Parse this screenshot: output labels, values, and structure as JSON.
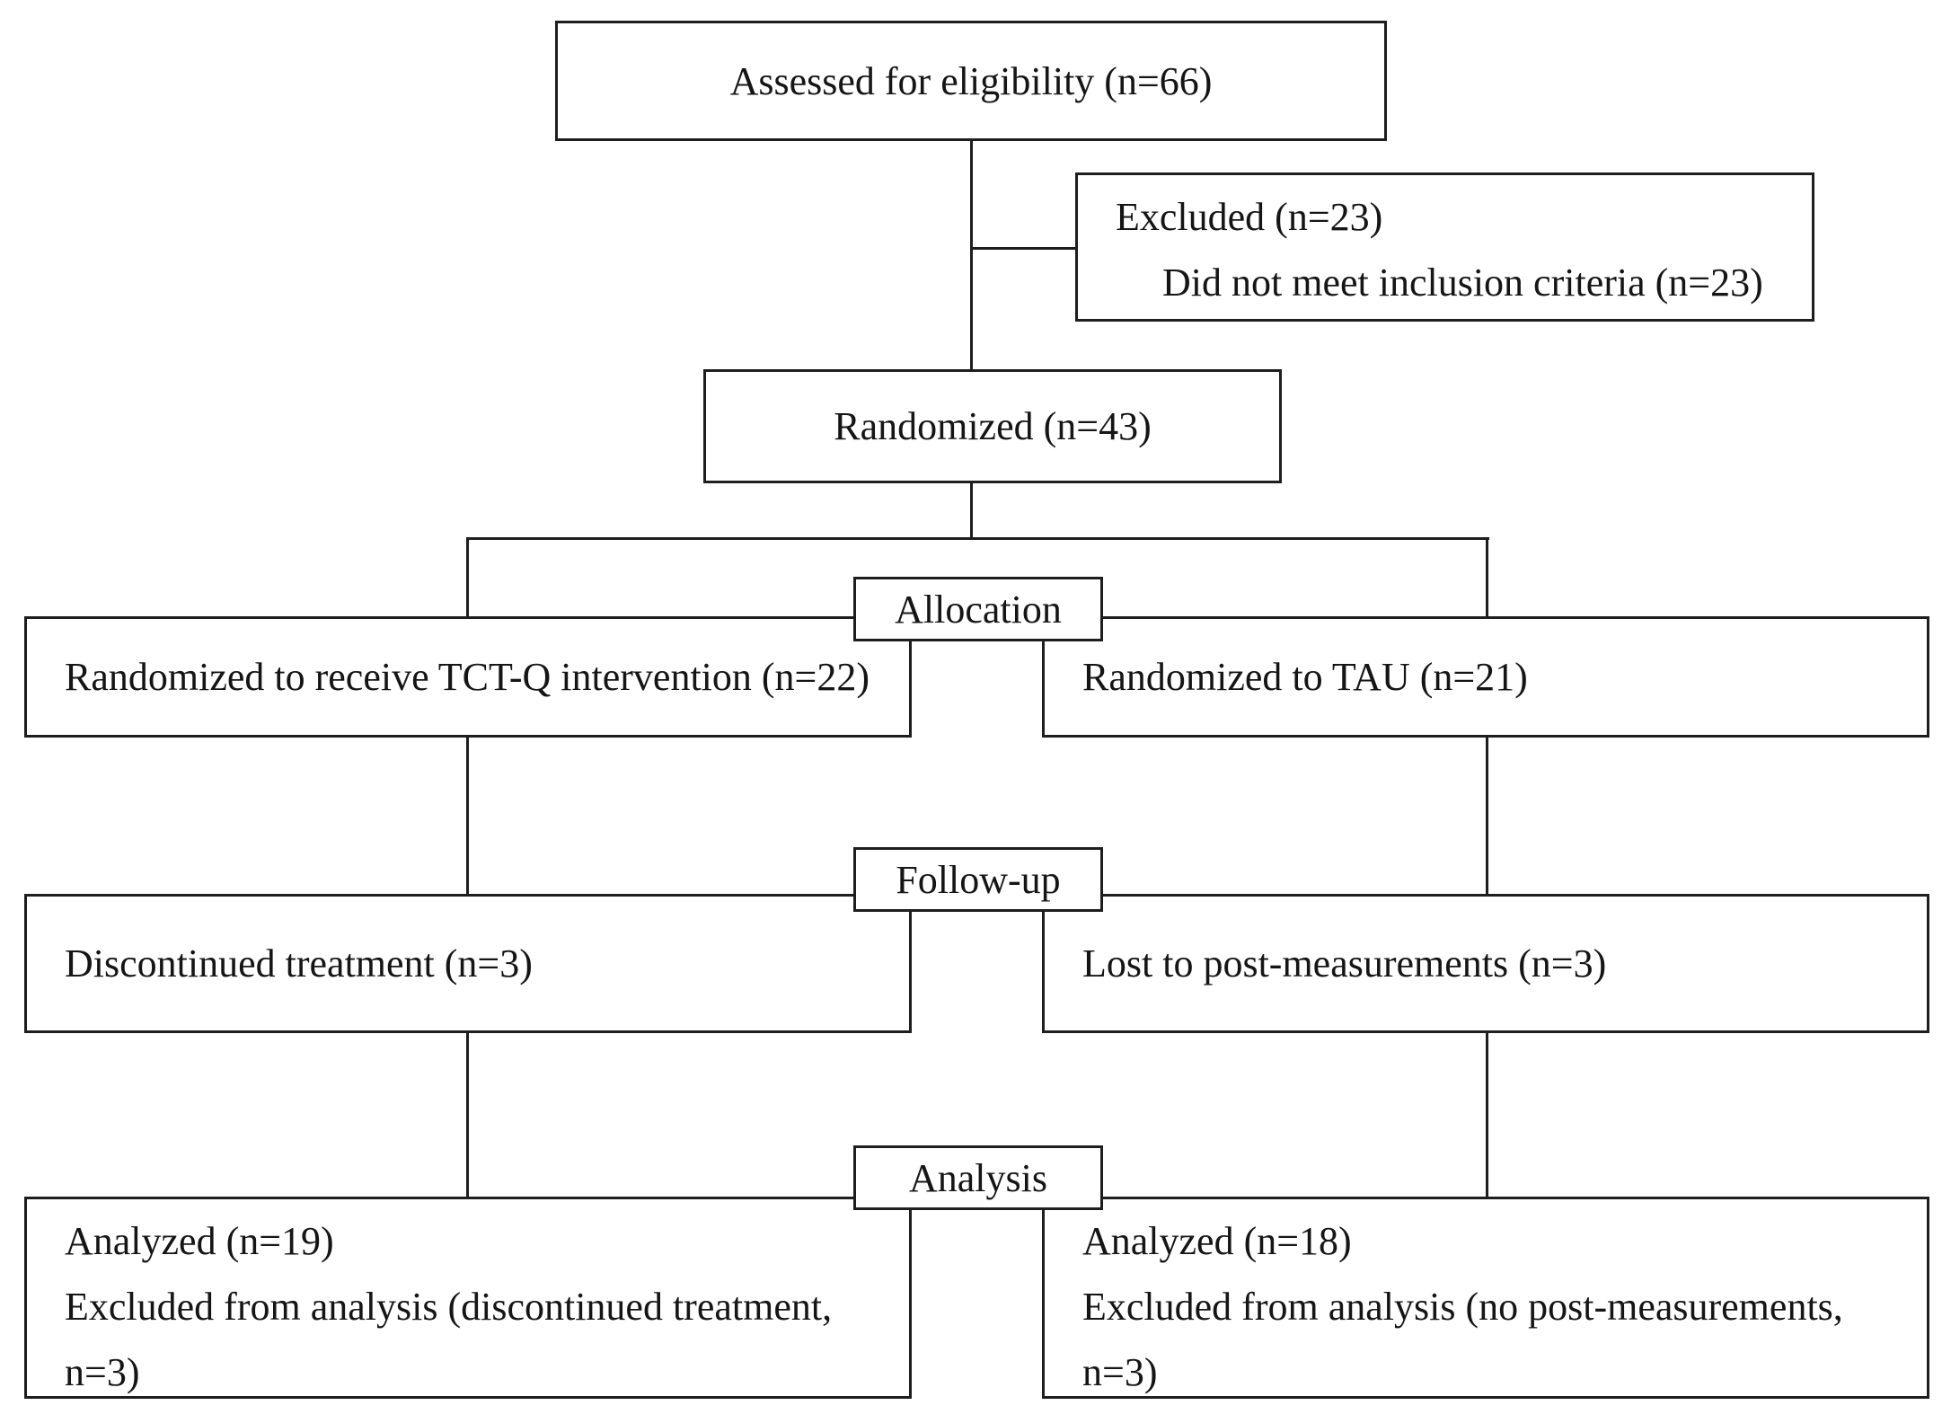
{
  "colors": {
    "ink": "#1e1e1e",
    "paper": "#ffffff"
  },
  "flow": {
    "assessed": {
      "text": "Assessed for eligibility (n=66)"
    },
    "excluded": {
      "lines": [
        "Excluded (n=23)",
        "Did not meet inclusion criteria (n=23)"
      ]
    },
    "randomized": {
      "text": "Randomized (n=43)"
    },
    "stages": {
      "allocation": "Allocation",
      "followup": "Follow-up",
      "analysis": "Analysis"
    },
    "allocation_left": {
      "text": "Randomized to receive TCT-Q intervention (n=22)"
    },
    "allocation_right": {
      "text": "Randomized to TAU (n=21)"
    },
    "followup_left": {
      "text": "Discontinued treatment (n=3)"
    },
    "followup_right": {
      "text": "Lost to post-measurements (n=3)"
    },
    "analysis_left": {
      "lines": [
        "Analyzed (n=19)",
        "Excluded from analysis (discontinued treatment,",
        "n=3)"
      ]
    },
    "analysis_right": {
      "lines": [
        "Analyzed (n=18)",
        "Excluded from analysis (no post-measurements,",
        "n=3)"
      ]
    }
  }
}
